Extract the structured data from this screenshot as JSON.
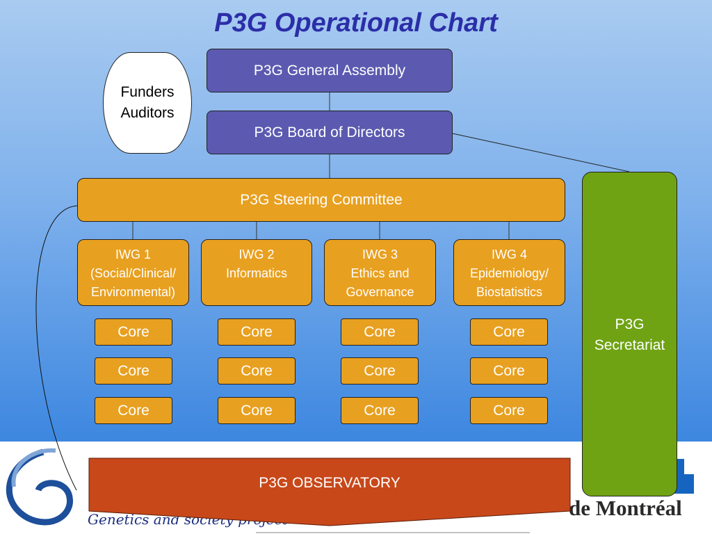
{
  "title": "P3G Operational Chart",
  "general_assembly": "P3G General Assembly",
  "board": "P3G Board of Directors",
  "funders": "Funders\nAuditors",
  "steering": "P3G Steering Committee",
  "secretariat": "P3G\nSecretariat",
  "iwgs": [
    {
      "label": "IWG 1\n(Social/Clinical/\nEnvironmental)",
      "cores": [
        "Core",
        "Core",
        "Core"
      ]
    },
    {
      "label": "IWG 2\nInformatics",
      "cores": [
        "Core",
        "Core",
        "Core"
      ]
    },
    {
      "label": "IWG 3\nEthics and \nGovernance",
      "cores": [
        "Core",
        "Core",
        "Core"
      ]
    },
    {
      "label": "IWG 4\nEpidemiology/\nBiostatistics",
      "cores": [
        "Core",
        "Core",
        "Core"
      ]
    }
  ],
  "observatory": "P3G OBSERVATORY",
  "footer": {
    "left_logo_text": "Genetics and society project",
    "right_logo_text": "de Montréal"
  },
  "colors": {
    "purple": "#5b5ab0",
    "orange": "#e8a020",
    "green": "#6fa313",
    "observatory": "#c8481a",
    "title": "#2b2ea8"
  }
}
